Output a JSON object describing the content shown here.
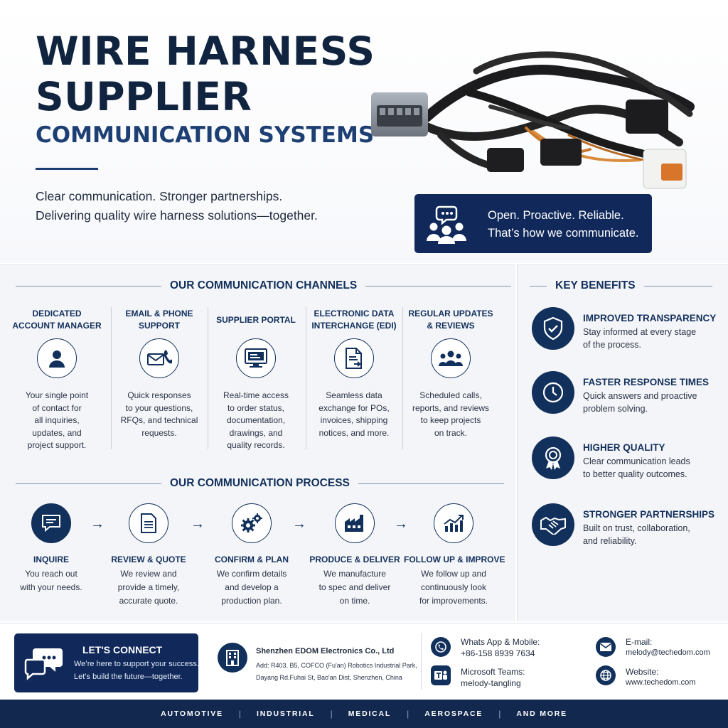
{
  "hero": {
    "title_line1": "WIRE HARNESS",
    "title_line2": "SUPPLIER",
    "subtitle": "COMMUNICATION SYSTEMS",
    "tagline_line1": "Clear communication. Stronger partnerships.",
    "tagline_line2": "Delivering quality wire harness solutions—together.",
    "callout_line1": "Open. Proactive. Reliable.",
    "callout_line2": "That’s how we communicate."
  },
  "channels": {
    "heading": "OUR COMMUNICATION CHANNELS",
    "items": [
      {
        "title1": "DEDICATED",
        "title2": "ACCOUNT MANAGER",
        "icon": "person-icon",
        "d1": "Your single point",
        "d2": "of contact for",
        "d3": "all inquiries,",
        "d4": "updates, and",
        "d5": "project support."
      },
      {
        "title1": "EMAIL & PHONE",
        "title2": "SUPPORT",
        "icon": "email-phone-icon",
        "d1": "Quick responses",
        "d2": "to your questions,",
        "d3": "RFQs, and technical",
        "d4": "requests.",
        "d5": ""
      },
      {
        "title1": "SUPPLIER PORTAL",
        "title2": "",
        "icon": "monitor-icon",
        "d1": "Real-time access",
        "d2": "to order status,",
        "d3": "documentation,",
        "d4": "drawings, and",
        "d5": "quality records."
      },
      {
        "title1": "ELECTRONIC DATA",
        "title2": "INTERCHANGE (EDI)",
        "icon": "document-exchange-icon",
        "d1": "Seamless data",
        "d2": "exchange for POs,",
        "d3": "invoices, shipping",
        "d4": "notices, and more.",
        "d5": ""
      },
      {
        "title1": "REGULAR UPDATES",
        "title2": "& REVIEWS",
        "icon": "group-icon",
        "d1": "Scheduled calls,",
        "d2": "reports, and reviews",
        "d3": "to keep projects",
        "d4": "on track.",
        "d5": ""
      }
    ]
  },
  "process": {
    "heading": "OUR COMMUNICATION PROCESS",
    "arrow": "→",
    "steps": [
      {
        "title": "INQUIRE",
        "d1": "You reach out",
        "d2": "with your needs.",
        "d3": "",
        "icon": "chat-icon"
      },
      {
        "title": "REVIEW & QUOTE",
        "d1": "We review and",
        "d2": "provide a timely,",
        "d3": "accurate quote.",
        "icon": "document-icon"
      },
      {
        "title": "CONFIRM & PLAN",
        "d1": "We confirm details",
        "d2": "and develop a",
        "d3": "production plan.",
        "icon": "gears-icon"
      },
      {
        "title": "PRODUCE & DELIVER",
        "d1": "We manufacture",
        "d2": "to spec and deliver",
        "d3": "on time.",
        "icon": "factory-icon"
      },
      {
        "title": "FOLLOW UP & IMPROVE",
        "d1": "We follow up and",
        "d2": "continuously look",
        "d3": "for improvements.",
        "icon": "growth-chart-icon"
      }
    ]
  },
  "benefits": {
    "heading": "KEY BENEFITS",
    "items": [
      {
        "title": "IMPROVED TRANSPARENCY",
        "d1": "Stay informed at every stage",
        "d2": "of the process.",
        "icon": "shield-check-icon"
      },
      {
        "title": "FASTER RESPONSE TIMES",
        "d1": "Quick answers and proactive",
        "d2": "problem solving.",
        "icon": "clock-icon"
      },
      {
        "title": "HIGHER QUALITY",
        "d1": "Clear communication leads",
        "d2": "to better quality outcomes.",
        "icon": "award-ribbon-icon"
      },
      {
        "title": "STRONGER PARTNERSHIPS",
        "d1": "Built on trust, collaboration,",
        "d2": "and reliability.",
        "icon": "handshake-icon"
      }
    ]
  },
  "footer": {
    "connect_heading": "LET'S CONNECT",
    "connect_line1": "We’re here to support your success.",
    "connect_line2": "Let’s build the future—together.",
    "company_name": "Shenzhen EDOM Electronics Co., Ltd",
    "address_line1": "Add: R403, B5, COFCO (Fu'an) Robotics Industrial Park,",
    "address_line2": "Dayang Rd.Fuhai St, Bao'an Dist, Shenzhen, China",
    "whatsapp_label": "Whats App & Mobile:",
    "whatsapp_value": "+86-158 8939 7634",
    "teams_label": "Microsoft Teams:",
    "teams_value": "melody-tangling",
    "email_label": "E-mail:",
    "email_value": "melody@techedom.com",
    "website_label": "Website:",
    "website_value": "www.techedom.com"
  },
  "industries": [
    "AUTOMOTIVE",
    "INDUSTRIAL",
    "MEDICAL",
    "AEROSPACE",
    "AND MORE"
  ],
  "colors": {
    "navy": "#12305c",
    "dark_navy": "#10295a",
    "background": "#f4f5f8"
  }
}
